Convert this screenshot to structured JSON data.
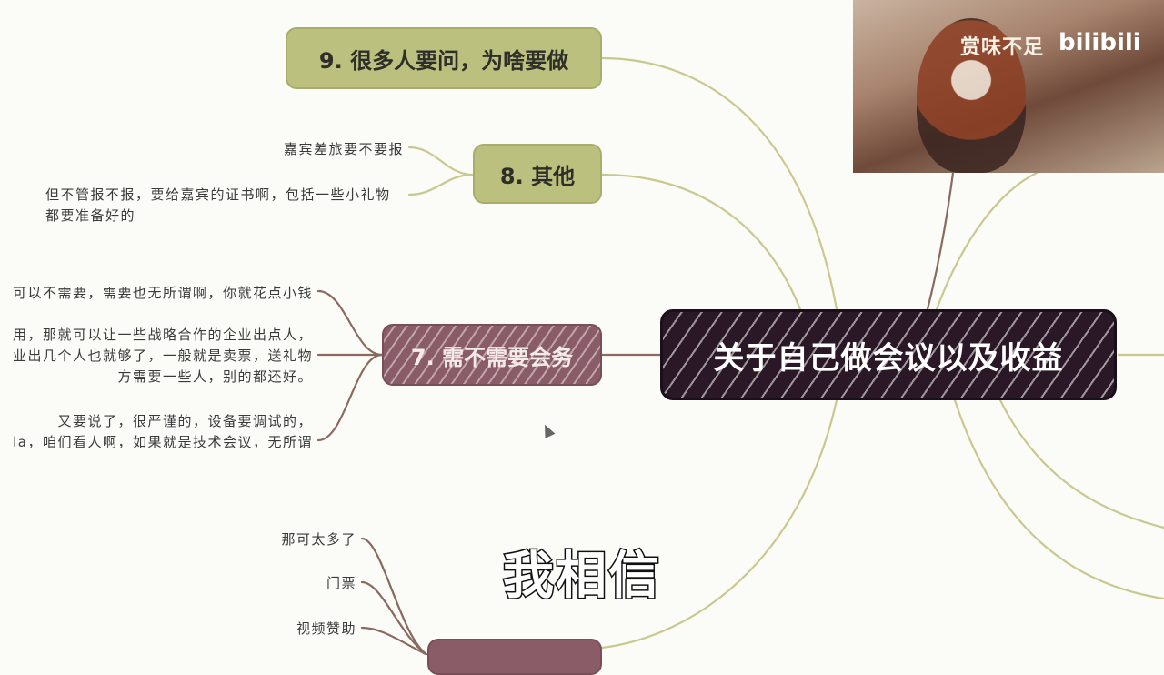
{
  "center": {
    "label": "关于自己做会议以及收益"
  },
  "branches": {
    "b9": {
      "label": "9. 很多人要问，为啥要做"
    },
    "b8": {
      "label": "8. 其他",
      "leaves": [
        "嘉宾差旅要不要报",
        "但不管报不报，要给嘉宾的证书啊，包括一些小礼物",
        "都要准备好的"
      ]
    },
    "b7": {
      "label": "7. 需不需要会务",
      "leaves": [
        "可以不需要，需要也无所谓啊，你就花点小钱",
        "用，那就可以让一些战略合作的企业出点人，",
        "业出几个人也就够了，一般就是卖票，送礼物",
        "方需要一些人，别的都还好。",
        "又要说了，很严谨的，设备要调试的，",
        "la，咱们看人啊，如果就是技术会议，无所谓"
      ]
    },
    "b6": {
      "leaves": [
        "那可太多了",
        "门票",
        "视频赞助"
      ]
    }
  },
  "video": {
    "overlay_text": "赏味不足",
    "logo": "bilibili"
  },
  "subtitle": "我相信",
  "colors": {
    "olive": "#bcc07e",
    "mauve": "#8a5c67",
    "center": "#2a1826",
    "line_olive": "#c9c98f",
    "line_brown": "#8a6a5e"
  }
}
